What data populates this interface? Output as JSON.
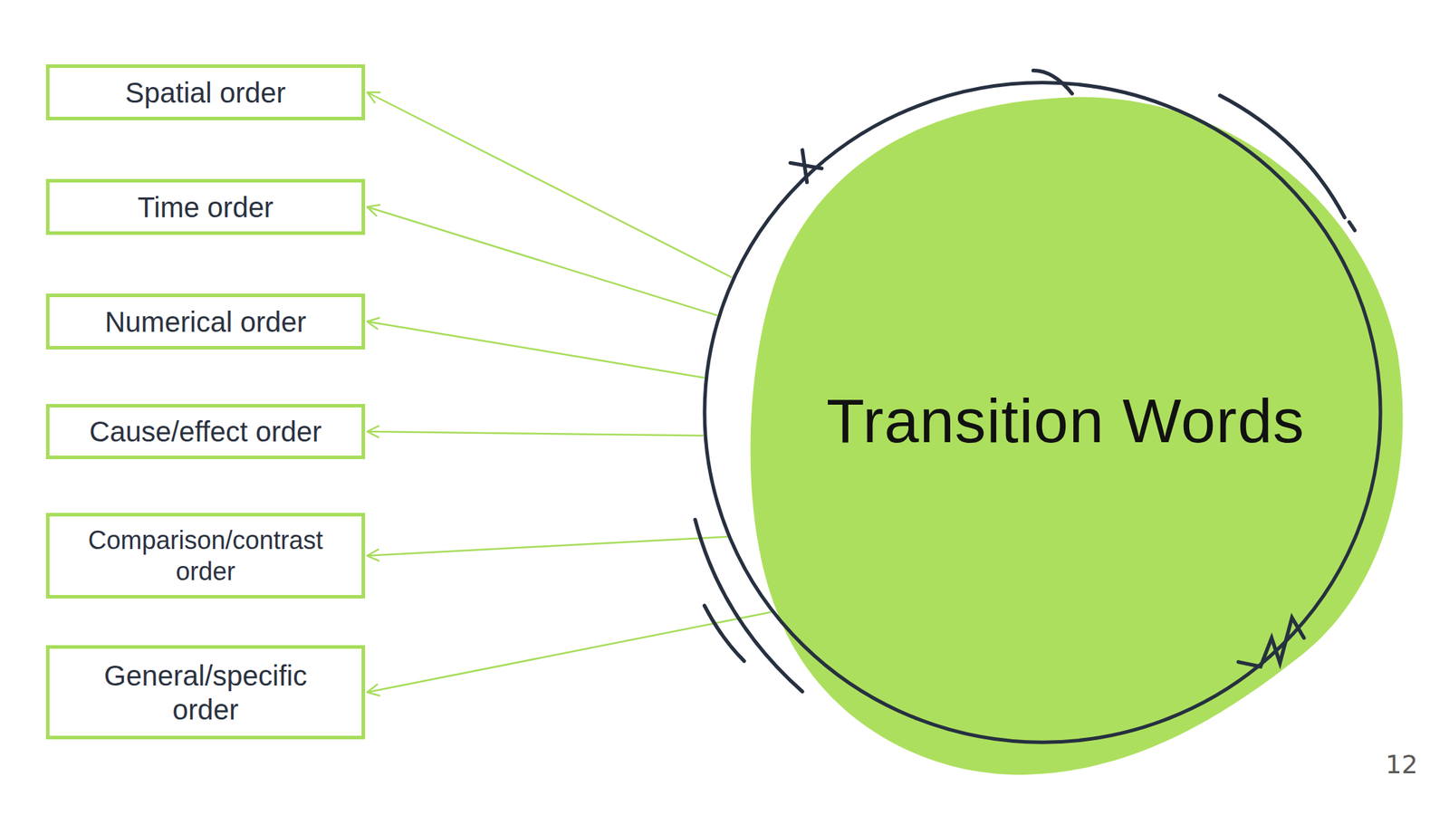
{
  "diagram": {
    "nodes": [
      {
        "text": [
          "Spatial order"
        ]
      },
      {
        "text": [
          "Time order"
        ]
      },
      {
        "text": [
          "Numerical order"
        ]
      },
      {
        "text": [
          "Cause/effect order"
        ]
      },
      {
        "text": [
          "Comparison/contrast order"
        ]
      },
      {
        "text": [
          "General/specific order"
        ]
      },
      {
        "text": [
          "Transition Words"
        ]
      }
    ],
    "edges": [
      {
        "from": 6,
        "to": 0,
        "arrow": "to"
      },
      {
        "from": 6,
        "to": 1,
        "arrow": "to"
      },
      {
        "from": 6,
        "to": 2,
        "arrow": "to"
      },
      {
        "from": 6,
        "to": 3,
        "arrow": "to"
      },
      {
        "from": 6,
        "to": 4,
        "arrow": "to"
      },
      {
        "from": 6,
        "to": 5,
        "arrow": "to"
      }
    ],
    "labels": [
      "12"
    ]
  }
}
